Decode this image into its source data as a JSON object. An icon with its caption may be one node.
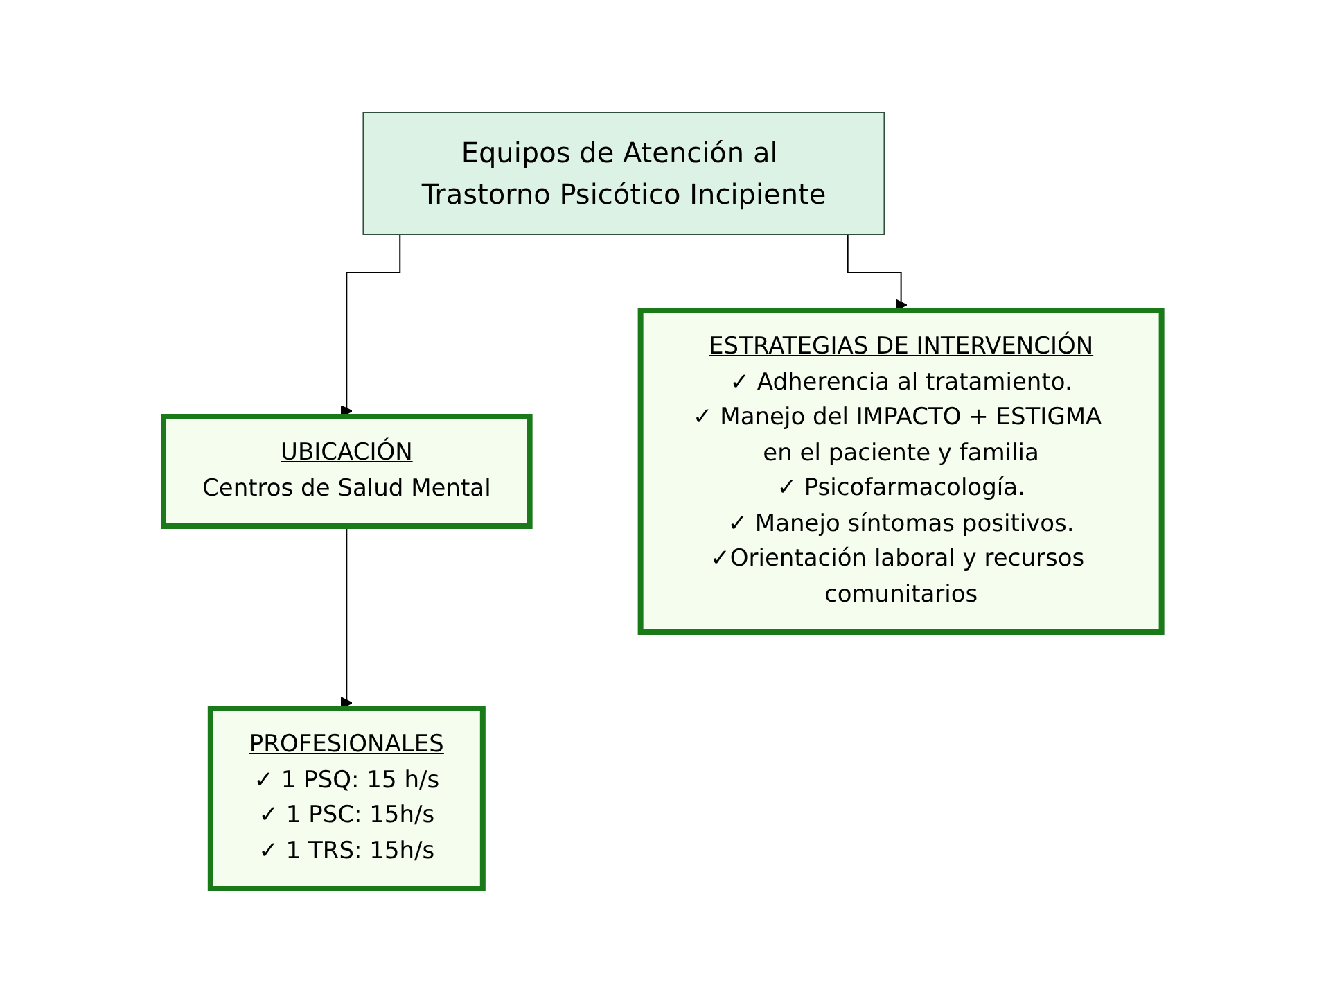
{
  "diagram": {
    "nodes": [
      {
        "text": [
          "Equipos de Atención al Trastorno Psicótico Incipiente"
        ]
      },
      {
        "text": [
          "UBICACIÓN",
          "Centros de Salud Mental"
        ]
      },
      {
        "text": [
          "ESTRATEGIAS DE INTERVENCIÓN",
          "✓ Adherencia al tratamiento.",
          "✓ Manejo del IMPACTO + ESTIGMA en el paciente y familia",
          "✓ Psicofarmacología.",
          "✓ Manejo síntomas positivos.",
          "✓Orientación laboral y recursos comunitarios"
        ]
      },
      {
        "text": [
          "PROFESIONALES",
          "✓ 1 PSQ: 15 h/s",
          "✓ 1 PSC: 15h/s",
          "✓ 1 TRS: 15h/s"
        ]
      }
    ],
    "edges": [
      {
        "from": 0,
        "to": 1,
        "arrow": "to"
      },
      {
        "from": 0,
        "to": 2,
        "arrow": "to"
      },
      {
        "from": 1,
        "to": 3,
        "arrow": "to"
      }
    ]
  }
}
